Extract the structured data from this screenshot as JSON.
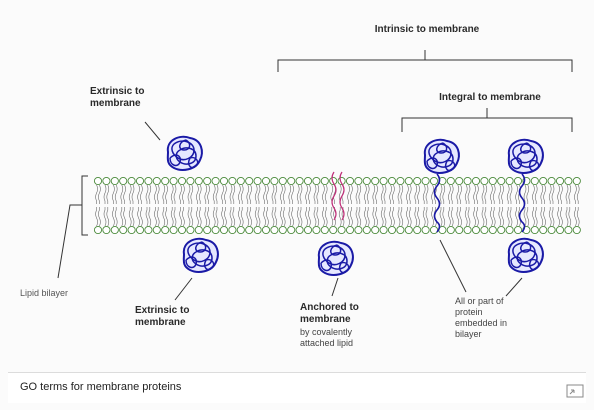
{
  "labels": {
    "intrinsic": "Intrinsic to membrane",
    "integral": "Integral to membrane",
    "extrinsic_top": "Extrinsic to membrane",
    "extrinsic_bottom": "Extrinsic to membrane",
    "anchored_title": "Anchored to membrane",
    "anchored_sub": "by covalently attached lipid",
    "embedded": "All or part of protein embedded in bilayer",
    "lipid_bilayer": "Lipid bilayer"
  },
  "caption": "GO terms for membrane proteins",
  "colors": {
    "protein": "#1a1aa6",
    "protein_fill": "#e6e8ff",
    "lipid_head": "#4a8a3a",
    "lipid_tail": "#6a6a6a",
    "anchor": "#c0307a",
    "bracket": "#333333"
  },
  "icons": {
    "protein": "globular-protein-icon",
    "corner": "expand-icon"
  }
}
